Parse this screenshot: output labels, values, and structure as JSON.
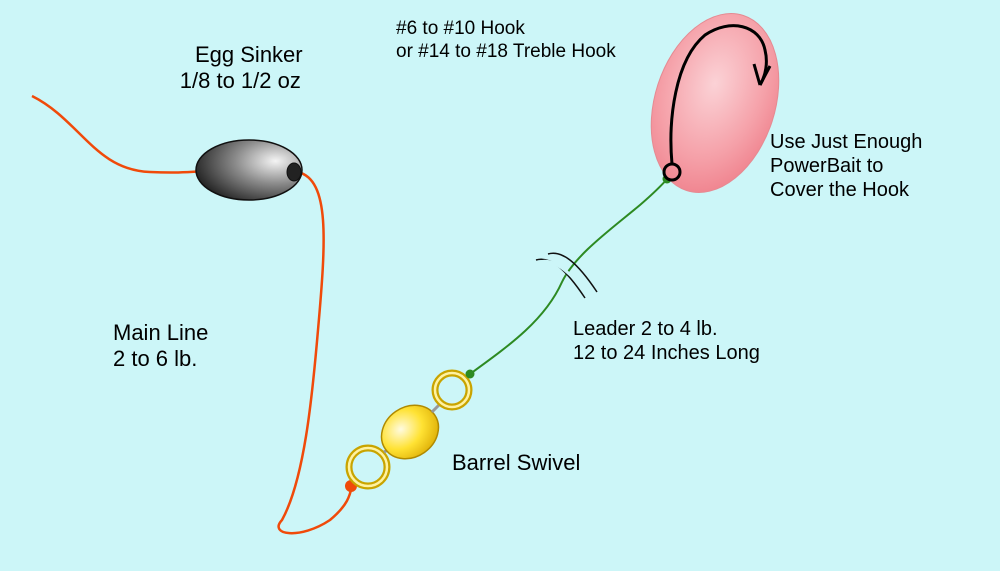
{
  "labels": {
    "sinker": {
      "line1": "Egg Sinker",
      "line2": "1/8 to 1/2 oz"
    },
    "hook": {
      "line1": "#6 to #10 Hook",
      "line2": "or #14 to #18 Treble Hook"
    },
    "bait": {
      "line1": "Use Just Enough",
      "line2": "PowerBait to",
      "line3": "Cover the Hook"
    },
    "main_line": {
      "line1": "Main Line",
      "line2": "2 to 6 lb."
    },
    "leader": {
      "line1": "Leader 2 to 4 lb.",
      "line2": "12 to 24 Inches Long"
    },
    "swivel": {
      "line1": "Barrel Swivel"
    }
  },
  "colors": {
    "background": "#ccf6f8",
    "main_line": "#f04a0a",
    "leader": "#2d8a22",
    "bait": "#f28a94",
    "swivel": "#f2d200",
    "sinker": "#444444"
  }
}
